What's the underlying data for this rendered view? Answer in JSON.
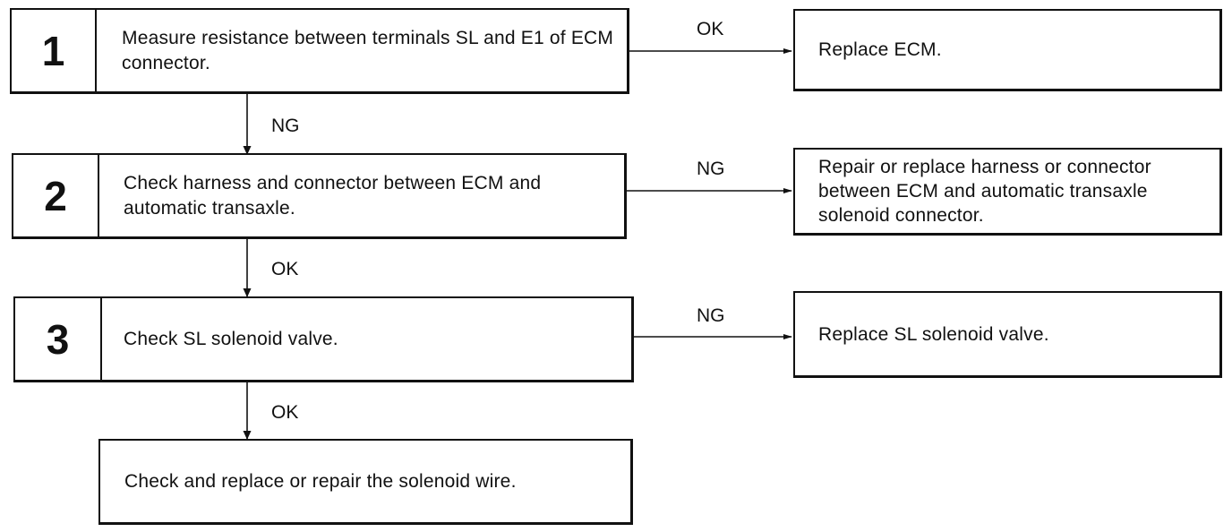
{
  "steps": [
    {
      "number": "1",
      "text": "Measure resistance between terminals SL and E1 of ECM connector."
    },
    {
      "number": "2",
      "text": "Check harness and connector between ECM and automatic transaxle."
    },
    {
      "number": "3",
      "text": "Check SL solenoid valve."
    }
  ],
  "results": [
    {
      "text": "Replace ECM."
    },
    {
      "text": "Repair or replace harness or connector between ECM and automatic transaxle solenoid connector."
    },
    {
      "text": "Replace SL solenoid valve."
    }
  ],
  "final_step": {
    "text": "Check and replace or repair the solenoid wire."
  },
  "branch_labels": {
    "step1_right": "OK",
    "step1_down": "NG",
    "step2_right": "NG",
    "step2_down": "OK",
    "step3_right": "NG",
    "step3_down": "OK"
  }
}
